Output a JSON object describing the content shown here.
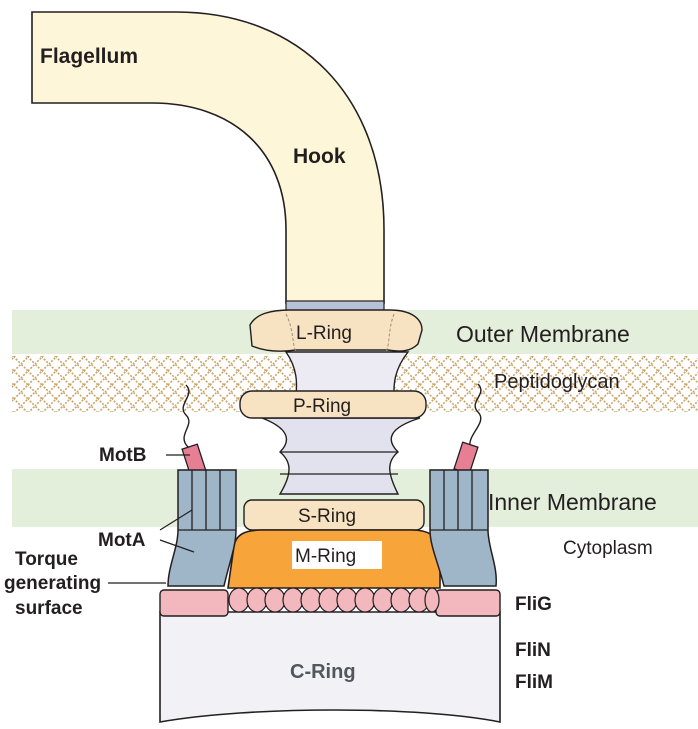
{
  "labels": {
    "flagellum": "Flagellum",
    "hook": "Hook",
    "l_ring": "L-Ring",
    "outer_membrane": "Outer Membrane",
    "peptidoglycan": "Peptidoglycan",
    "p_ring": "P-Ring",
    "motb": "MotB",
    "inner_membrane": "Inner Membrane",
    "s_ring": "S-Ring",
    "mota": "MotA",
    "cytoplasm": "Cytoplasm",
    "m_ring": "M-Ring",
    "torque_line1": "Torque",
    "torque_line2": "generating",
    "torque_line3": "surface",
    "flig": "FliG",
    "flin": "FliN",
    "flim": "FliM",
    "c_ring": "C-Ring"
  },
  "colors": {
    "flagellum_fill": "#fdf6d8",
    "membrane_band": "#e3efdb",
    "peptidoglycan_pattern": "#c9a36a",
    "ring_fill": "#f7e3c2",
    "m_ring_fill": "#f7a43a",
    "stator_fill": "#9fb6c8",
    "motb_fill": "#e67f93",
    "flig_fill": "#f2b8bd",
    "c_ring_fill": "#f1f1f6",
    "rod_fill": "#e2e2ee"
  }
}
